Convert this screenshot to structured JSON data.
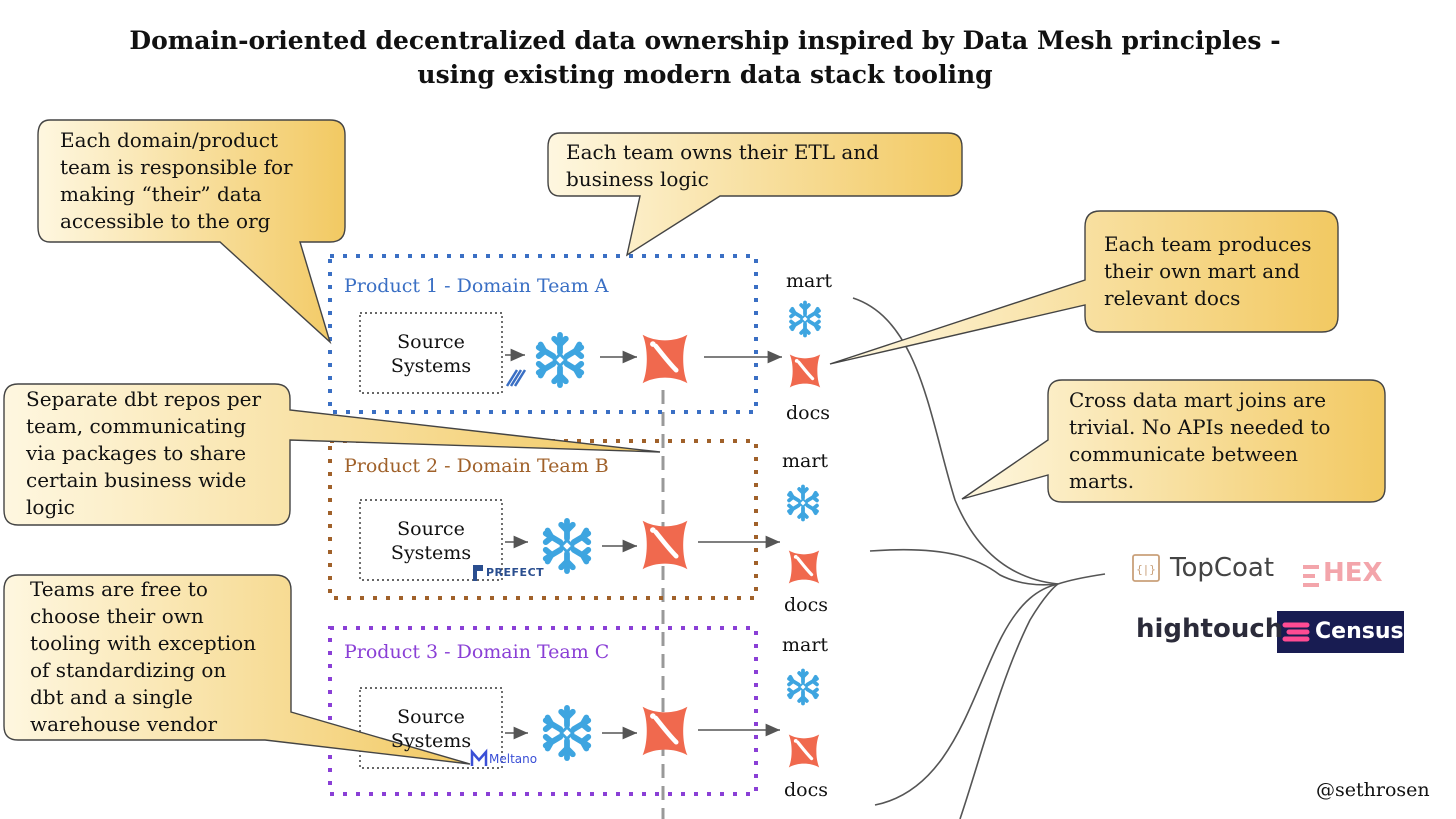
{
  "title": {
    "line1": "Domain-oriented decentralized data ownership inspired by Data Mesh principles -",
    "line2": "using existing modern data stack tooling"
  },
  "callouts": {
    "c1": [
      "Each domain/product",
      "team is responsible for",
      "making “their” data",
      "accessible to the org"
    ],
    "c2": [
      "Each team owns their ETL and",
      "business logic"
    ],
    "c3": [
      "Each team produces",
      "their own mart and",
      "relevant docs"
    ],
    "c4": [
      "Separate dbt repos per",
      "team, communicating",
      "via packages to share",
      "certain business wide",
      "logic"
    ],
    "c5": [
      "Cross data mart joins are",
      "trivial. No APIs needed to",
      "communicate between",
      "marts."
    ],
    "c6": [
      "Teams are free to",
      "choose their own",
      "tooling with exception",
      "of standardizing on",
      "dbt and a single",
      "warehouse vendor"
    ]
  },
  "teams": [
    {
      "label": "Product 1 - Domain Team A",
      "color": "#3a6fc4",
      "source": [
        "Source",
        "Systems"
      ],
      "tool": "stitch-logo"
    },
    {
      "label": "Product 2 - Domain Team B",
      "color": "#a0612a",
      "source": [
        "Source",
        "Systems"
      ],
      "tool": "PREFECT"
    },
    {
      "label": "Product 3 - Domain Team C",
      "color": "#8a3fd6",
      "source": [
        "Source",
        "Systems"
      ],
      "tool": "Meltano"
    }
  ],
  "outputs": {
    "mart": "mart",
    "docs": "docs"
  },
  "consumers": {
    "topcoat": "TopCoat",
    "hex": "HEX",
    "hightouch": "hightouch",
    "census": "Census"
  },
  "handle": "@sethrosen",
  "icons": {
    "warehouse": "snowflake-icon",
    "transform": "dbt-icon"
  },
  "colors": {
    "bubble_light": "#fdf3d6",
    "bubble_dark": "#f0c75a",
    "dbt": "#f0694e",
    "snowflake": "#3ea5e0"
  }
}
